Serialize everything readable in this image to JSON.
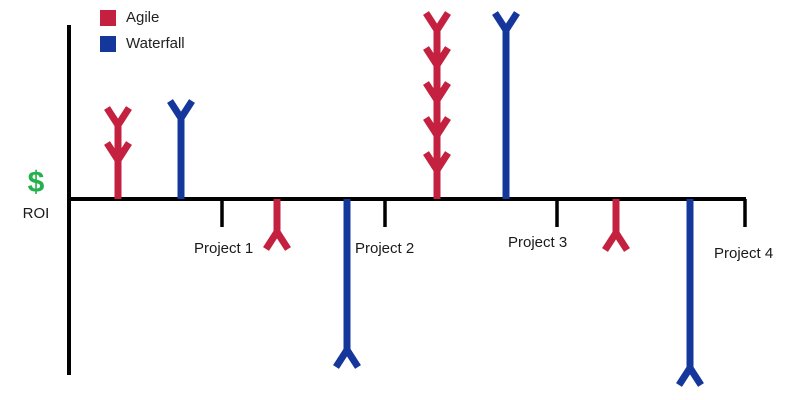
{
  "legend": {
    "items": [
      {
        "label": "Agile",
        "color": "#C4203F",
        "swatch": "square-swatch"
      },
      {
        "label": "Waterfall",
        "color": "#15379B",
        "swatch": "square-swatch"
      }
    ]
  },
  "y_axis": {
    "symbol": "$",
    "symbol_color": "#22b14c",
    "label": "ROI"
  },
  "x_axis": {
    "ticks": [
      {
        "label": "Project 1",
        "x": 222,
        "label_x": 194,
        "label_y": 240
      },
      {
        "label": "Project 2",
        "x": 385,
        "label_x": 355,
        "label_y": 240
      },
      {
        "label": "Project 3",
        "x": 557,
        "label_x": 508,
        "label_y": 234
      },
      {
        "label": "Project 4",
        "x": 745,
        "label_x": 714,
        "label_y": 245
      }
    ]
  },
  "chart_data": {
    "type": "diagram",
    "title": "",
    "xlabel": "",
    "ylabel": "ROI",
    "categories": [
      "Project 1",
      "Project 2",
      "Project 3",
      "Project 4"
    ],
    "series": [
      {
        "name": "Agile",
        "color": "#C4203F",
        "values": [
          2,
          -1,
          5,
          -1
        ],
        "notes": "arrowhead count encodes magnitude; positive = up, negative = down"
      },
      {
        "name": "Waterfall",
        "color": "#15379B",
        "values": [
          1,
          -3,
          1,
          -4
        ],
        "notes": "single arrowhead; length encodes magnitude"
      }
    ],
    "baseline_y": 199,
    "arrows": [
      {
        "series": "Agile",
        "project": "Project 1",
        "x": 118,
        "direction": "up",
        "tip_y": 125,
        "heads": 2
      },
      {
        "series": "Waterfall",
        "project": "Project 1",
        "x": 181,
        "direction": "up",
        "tip_y": 118,
        "heads": 1
      },
      {
        "series": "Agile",
        "project": "Project 2",
        "x": 277,
        "direction": "down",
        "tip_y": 232,
        "heads": 1
      },
      {
        "series": "Waterfall",
        "project": "Project 2",
        "x": 347,
        "direction": "down",
        "tip_y": 350,
        "heads": 1
      },
      {
        "series": "Agile",
        "project": "Project 3",
        "x": 437,
        "direction": "up",
        "tip_y": 30,
        "heads": 5
      },
      {
        "series": "Waterfall",
        "project": "Project 3",
        "x": 506,
        "direction": "up",
        "tip_y": 30,
        "heads": 1
      },
      {
        "series": "Agile",
        "project": "Project 4",
        "x": 616,
        "direction": "down",
        "tip_y": 233,
        "heads": 1
      },
      {
        "series": "Waterfall",
        "project": "Project 4",
        "x": 690,
        "direction": "down",
        "tip_y": 368,
        "heads": 1
      }
    ],
    "axes": {
      "y_axis_x": 69,
      "y_axis_top": 25,
      "y_axis_bottom": 375,
      "x_axis_y": 199,
      "x_axis_left": 69,
      "x_axis_right": 746,
      "tick_length": 28,
      "axis_color": "#000000"
    },
    "legend_position": "top-left",
    "grid": false
  }
}
